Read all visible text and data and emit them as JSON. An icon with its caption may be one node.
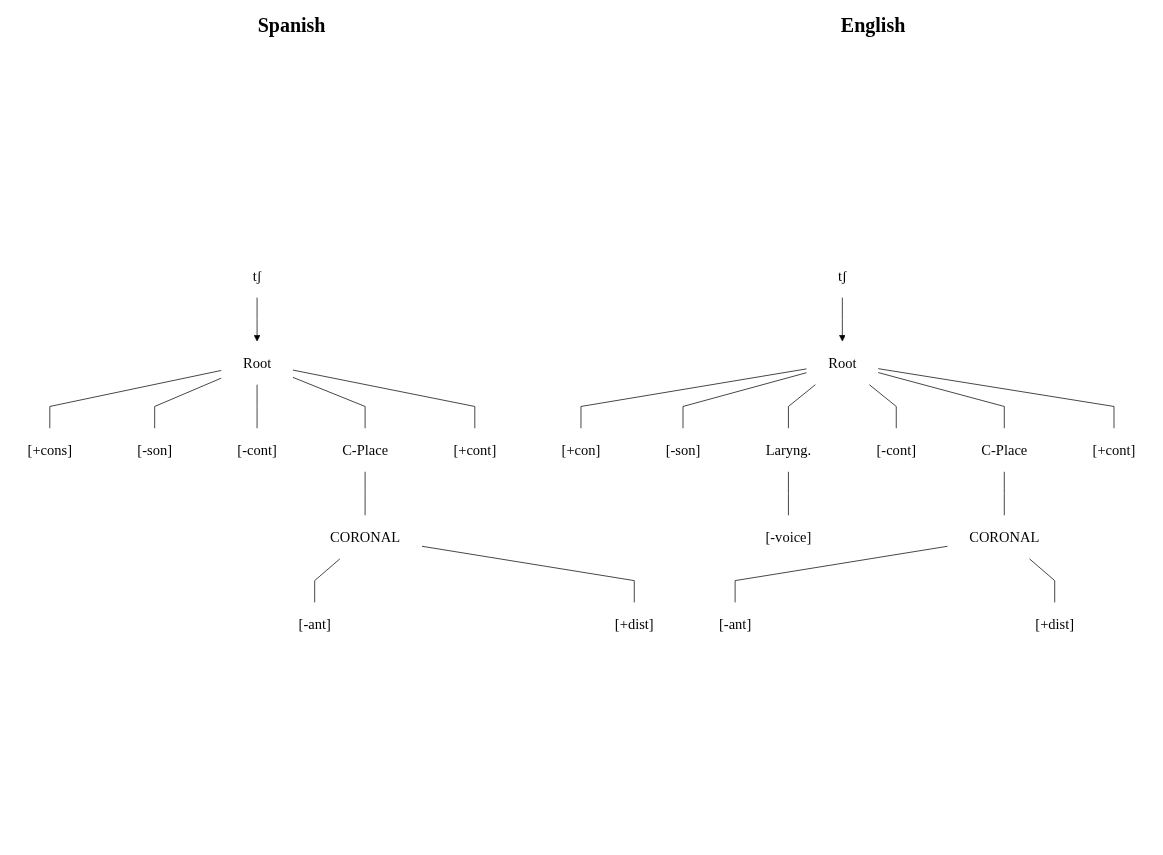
{
  "diagram": {
    "nodes": [
      {
        "text": [
          "tʃ"
        ]
      },
      {
        "text": [
          "Root"
        ]
      },
      {
        "text": [
          "[+cons]"
        ]
      },
      {
        "text": [
          "[-son]"
        ]
      },
      {
        "text": [
          "[-cont]"
        ]
      },
      {
        "text": [
          "C-Place"
        ]
      },
      {
        "text": [
          "[+cont]"
        ]
      },
      {
        "text": [
          "CORONAL"
        ]
      },
      {
        "text": [
          "[-ant]"
        ]
      },
      {
        "text": [
          "[+dist]"
        ]
      },
      {
        "text": [
          "tʃ"
        ]
      },
      {
        "text": [
          "Root"
        ]
      },
      {
        "text": [
          "[+con]"
        ]
      },
      {
        "text": [
          "[-son]"
        ]
      },
      {
        "text": [
          "Laryng."
        ]
      },
      {
        "text": [
          "[-cont]"
        ]
      },
      {
        "text": [
          "C-Place"
        ]
      },
      {
        "text": [
          "[+cont]"
        ]
      },
      {
        "text": [
          "[-voice]"
        ]
      },
      {
        "text": [
          "CORONAL"
        ]
      },
      {
        "text": [
          "[-ant]"
        ]
      },
      {
        "text": [
          "[+dist]"
        ]
      }
    ],
    "edges": [
      {
        "from": 0,
        "to": 1,
        "arrow": "to"
      },
      {
        "from": 1,
        "to": 2,
        "arrow": "none"
      },
      {
        "from": 1,
        "to": 3,
        "arrow": "none"
      },
      {
        "from": 1,
        "to": 4,
        "arrow": "none"
      },
      {
        "from": 1,
        "to": 5,
        "arrow": "none"
      },
      {
        "from": 1,
        "to": 6,
        "arrow": "none"
      },
      {
        "from": 5,
        "to": 7,
        "arrow": "none"
      },
      {
        "from": 7,
        "to": 8,
        "arrow": "none"
      },
      {
        "from": 7,
        "to": 9,
        "arrow": "none"
      },
      {
        "from": 10,
        "to": 11,
        "arrow": "to"
      },
      {
        "from": 11,
        "to": 12,
        "arrow": "none"
      },
      {
        "from": 11,
        "to": 13,
        "arrow": "none"
      },
      {
        "from": 11,
        "to": 14,
        "arrow": "none"
      },
      {
        "from": 11,
        "to": 15,
        "arrow": "none"
      },
      {
        "from": 11,
        "to": 16,
        "arrow": "none"
      },
      {
        "from": 11,
        "to": 17,
        "arrow": "none"
      },
      {
        "from": 14,
        "to": 18,
        "arrow": "none"
      },
      {
        "from": 16,
        "to": 19,
        "arrow": "none"
      },
      {
        "from": 19,
        "to": 20,
        "arrow": "none"
      },
      {
        "from": 19,
        "to": 21,
        "arrow": "none"
      }
    ],
    "labels": [
      "Spanish",
      "English"
    ]
  }
}
